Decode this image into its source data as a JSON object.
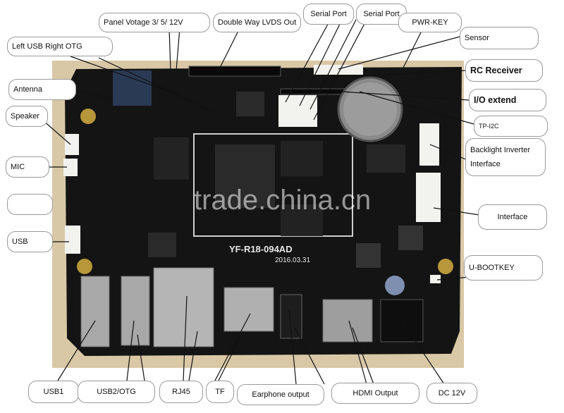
{
  "labels": {
    "panel_voltage": "Panel Votage 3/ 5/ 12V",
    "double_lvds": "Double Way LVDS Out",
    "serial_port_1": "Serial Port",
    "serial_port_2": "Serial Port",
    "pwr_key": "PWR-KEY",
    "sensor": "Sensor",
    "left_usb_right_otg": "Left USB   Right OTG",
    "antenna": "Antenna",
    "speaker": "Speaker",
    "mic": "MIC",
    "usb_left": "USB",
    "rc_receiver": "RC Receiver",
    "io_extend": "I/O extend",
    "tp_i2c": "TP-I2C",
    "backlight_line1": "Backlight    Inverter",
    "backlight_line2": "Interface",
    "interface": "Interface",
    "u_bootkey": "U-BOOTKEY",
    "usb1": "USB1",
    "usb2_otg": "USB2/OTG",
    "rj45": "RJ45",
    "tf": "TF",
    "earphone": "Earphone output",
    "hdmi": "HDMI Output",
    "dc12v": "DC 12V"
  },
  "board": {
    "model": "YF-R18-094AD",
    "date": "2016.03.31"
  },
  "watermark": "trade.china.cn",
  "colors": {
    "board": "#141414",
    "background": "#d9c8a6",
    "callout_border": "#9a9a9a",
    "connector_white": "#f2f2ee",
    "metal": "#a8a8a8"
  }
}
